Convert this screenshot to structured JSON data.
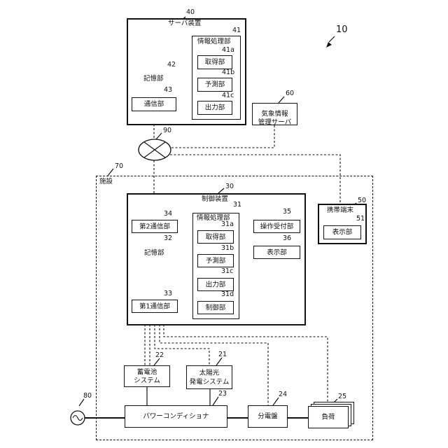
{
  "ref_system": "10",
  "server": {
    "ref": "40",
    "title": "サーバ装置"
  },
  "server_info": {
    "ref": "41",
    "title": "情報処理部"
  },
  "server_acquire": {
    "ref": "41a",
    "label": "取得部"
  },
  "server_predict": {
    "ref": "41b",
    "label": "予測部"
  },
  "server_output": {
    "ref": "41c",
    "label": "出力部"
  },
  "server_storage": {
    "ref": "42",
    "label": "記憶部"
  },
  "server_comm": {
    "ref": "43",
    "label": "通信部"
  },
  "weather": {
    "ref": "60",
    "line1": "気象情報",
    "line2": "管理サーバ"
  },
  "network": {
    "ref": "90"
  },
  "facility": {
    "ref": "70",
    "label": "施設"
  },
  "control": {
    "ref": "30",
    "title": "制御装置"
  },
  "ctrl_info": {
    "ref": "31",
    "title": "情報処理部"
  },
  "ctrl_acquire": {
    "ref": "31a",
    "label": "取得部"
  },
  "ctrl_predict": {
    "ref": "31b",
    "label": "予測部"
  },
  "ctrl_output": {
    "ref": "31c",
    "label": "出力部"
  },
  "ctrl_control": {
    "ref": "31d",
    "label": "制御部"
  },
  "ctrl_storage": {
    "ref": "32",
    "label": "記憶部"
  },
  "ctrl_comm1": {
    "ref": "33",
    "label": "第1通信部"
  },
  "ctrl_comm2": {
    "ref": "34",
    "label": "第2通信部"
  },
  "op_receive": {
    "ref": "35",
    "label": "操作受付部"
  },
  "display": {
    "ref": "36",
    "label": "表示部"
  },
  "mobile": {
    "ref": "50",
    "title": "携帯端末"
  },
  "mobile_display": {
    "ref": "51",
    "label": "表示部"
  },
  "battery": {
    "ref": "22",
    "line1": "蓄電池",
    "line2": "システム"
  },
  "solar": {
    "ref": "21",
    "line1": "太陽光",
    "line2": "発電システム"
  },
  "pcs": {
    "ref": "23",
    "label": "パワーコンディショナ"
  },
  "distribution": {
    "ref": "24",
    "label": "分電盤"
  },
  "load": {
    "ref": "25",
    "label": "負荷"
  },
  "grid": {
    "ref": "80"
  }
}
